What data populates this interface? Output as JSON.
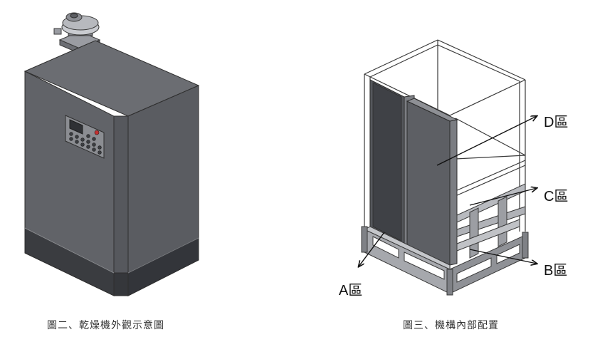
{
  "figure_left": {
    "caption": "圖二、乾燥機外觀示意圖"
  },
  "figure_right": {
    "caption": "圖三、機構內部配置",
    "labels": {
      "d": "D區",
      "c": "C區",
      "b": "B區",
      "a": "A區"
    }
  }
}
